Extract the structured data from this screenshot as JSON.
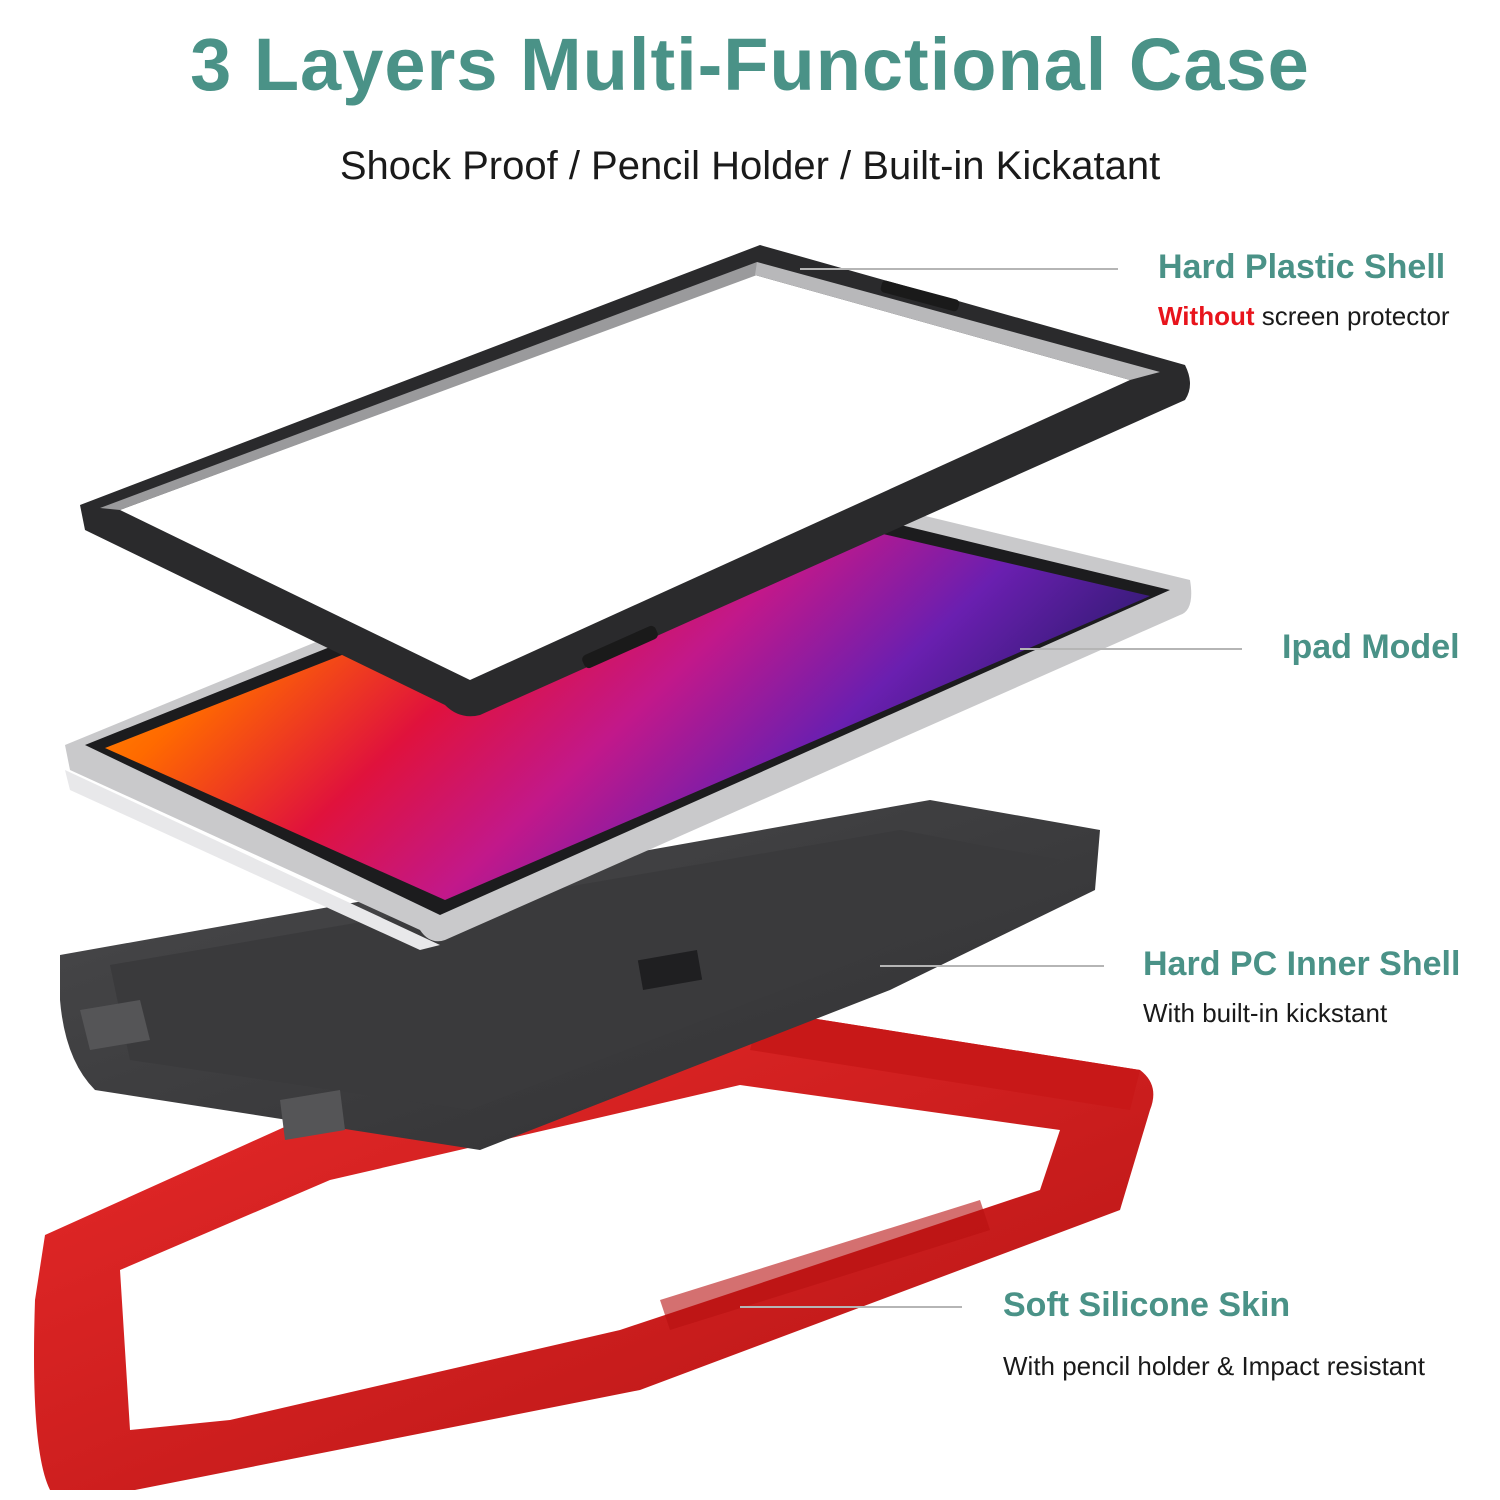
{
  "header": {
    "title": "3 Layers Multi-Functional Case",
    "subtitle": "Shock Proof / Pencil Holder / Built-in Kickatant"
  },
  "layers": [
    {
      "name": "Hard Plastic Shell",
      "desc_highlight": "Without",
      "desc": " screen protector"
    },
    {
      "name": "Ipad Model"
    },
    {
      "name": "Hard PC Inner Shell",
      "desc": "With built-in kickstant"
    },
    {
      "name": "Soft Silicone Skin",
      "desc": "With pencil holder & Impact resistant"
    }
  ],
  "colors": {
    "accent": "#4a9287",
    "highlight": "#e8141c",
    "silicone": "#d81e1e",
    "inner_shell": "#3e3e40",
    "frame": "#2a2a2c"
  }
}
